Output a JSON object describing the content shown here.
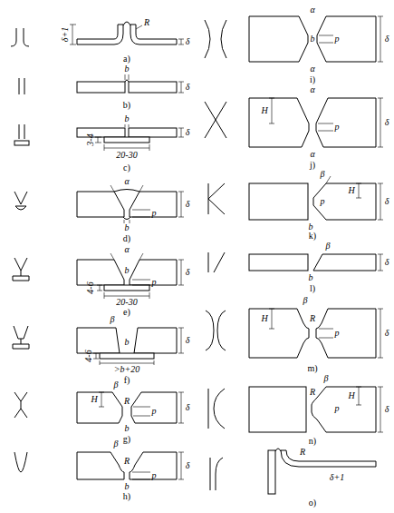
{
  "diagram": {
    "labels": [
      "δ+1",
      "R",
      "δ",
      "a)",
      "b",
      "δ",
      "b)",
      "b",
      "3-4",
      "20-30",
      "δ",
      "c)",
      "α",
      "p",
      "b",
      "δ",
      "d)",
      "α",
      "b",
      "p",
      "4-6",
      "20-30",
      "δ",
      "e)",
      "β",
      "b",
      "4-6",
      ">b+20",
      "δ",
      "f)",
      "β",
      "H",
      "R",
      "p",
      "b",
      "δ",
      "g)",
      "β",
      "R",
      "p",
      "b",
      "δ",
      "h)",
      "α",
      "b",
      "p",
      "α",
      "δ",
      "i)",
      "α",
      "H",
      "p",
      "α",
      "δ",
      "j)",
      "β",
      "H",
      "p",
      "b",
      "δ",
      "k)",
      "β",
      "b",
      "δ",
      "l)",
      "β",
      "R",
      "H",
      "p",
      "δ",
      "m)",
      "β",
      "R",
      "H",
      "p",
      "δ",
      "n)",
      "R",
      "δ+1",
      "o)"
    ]
  }
}
